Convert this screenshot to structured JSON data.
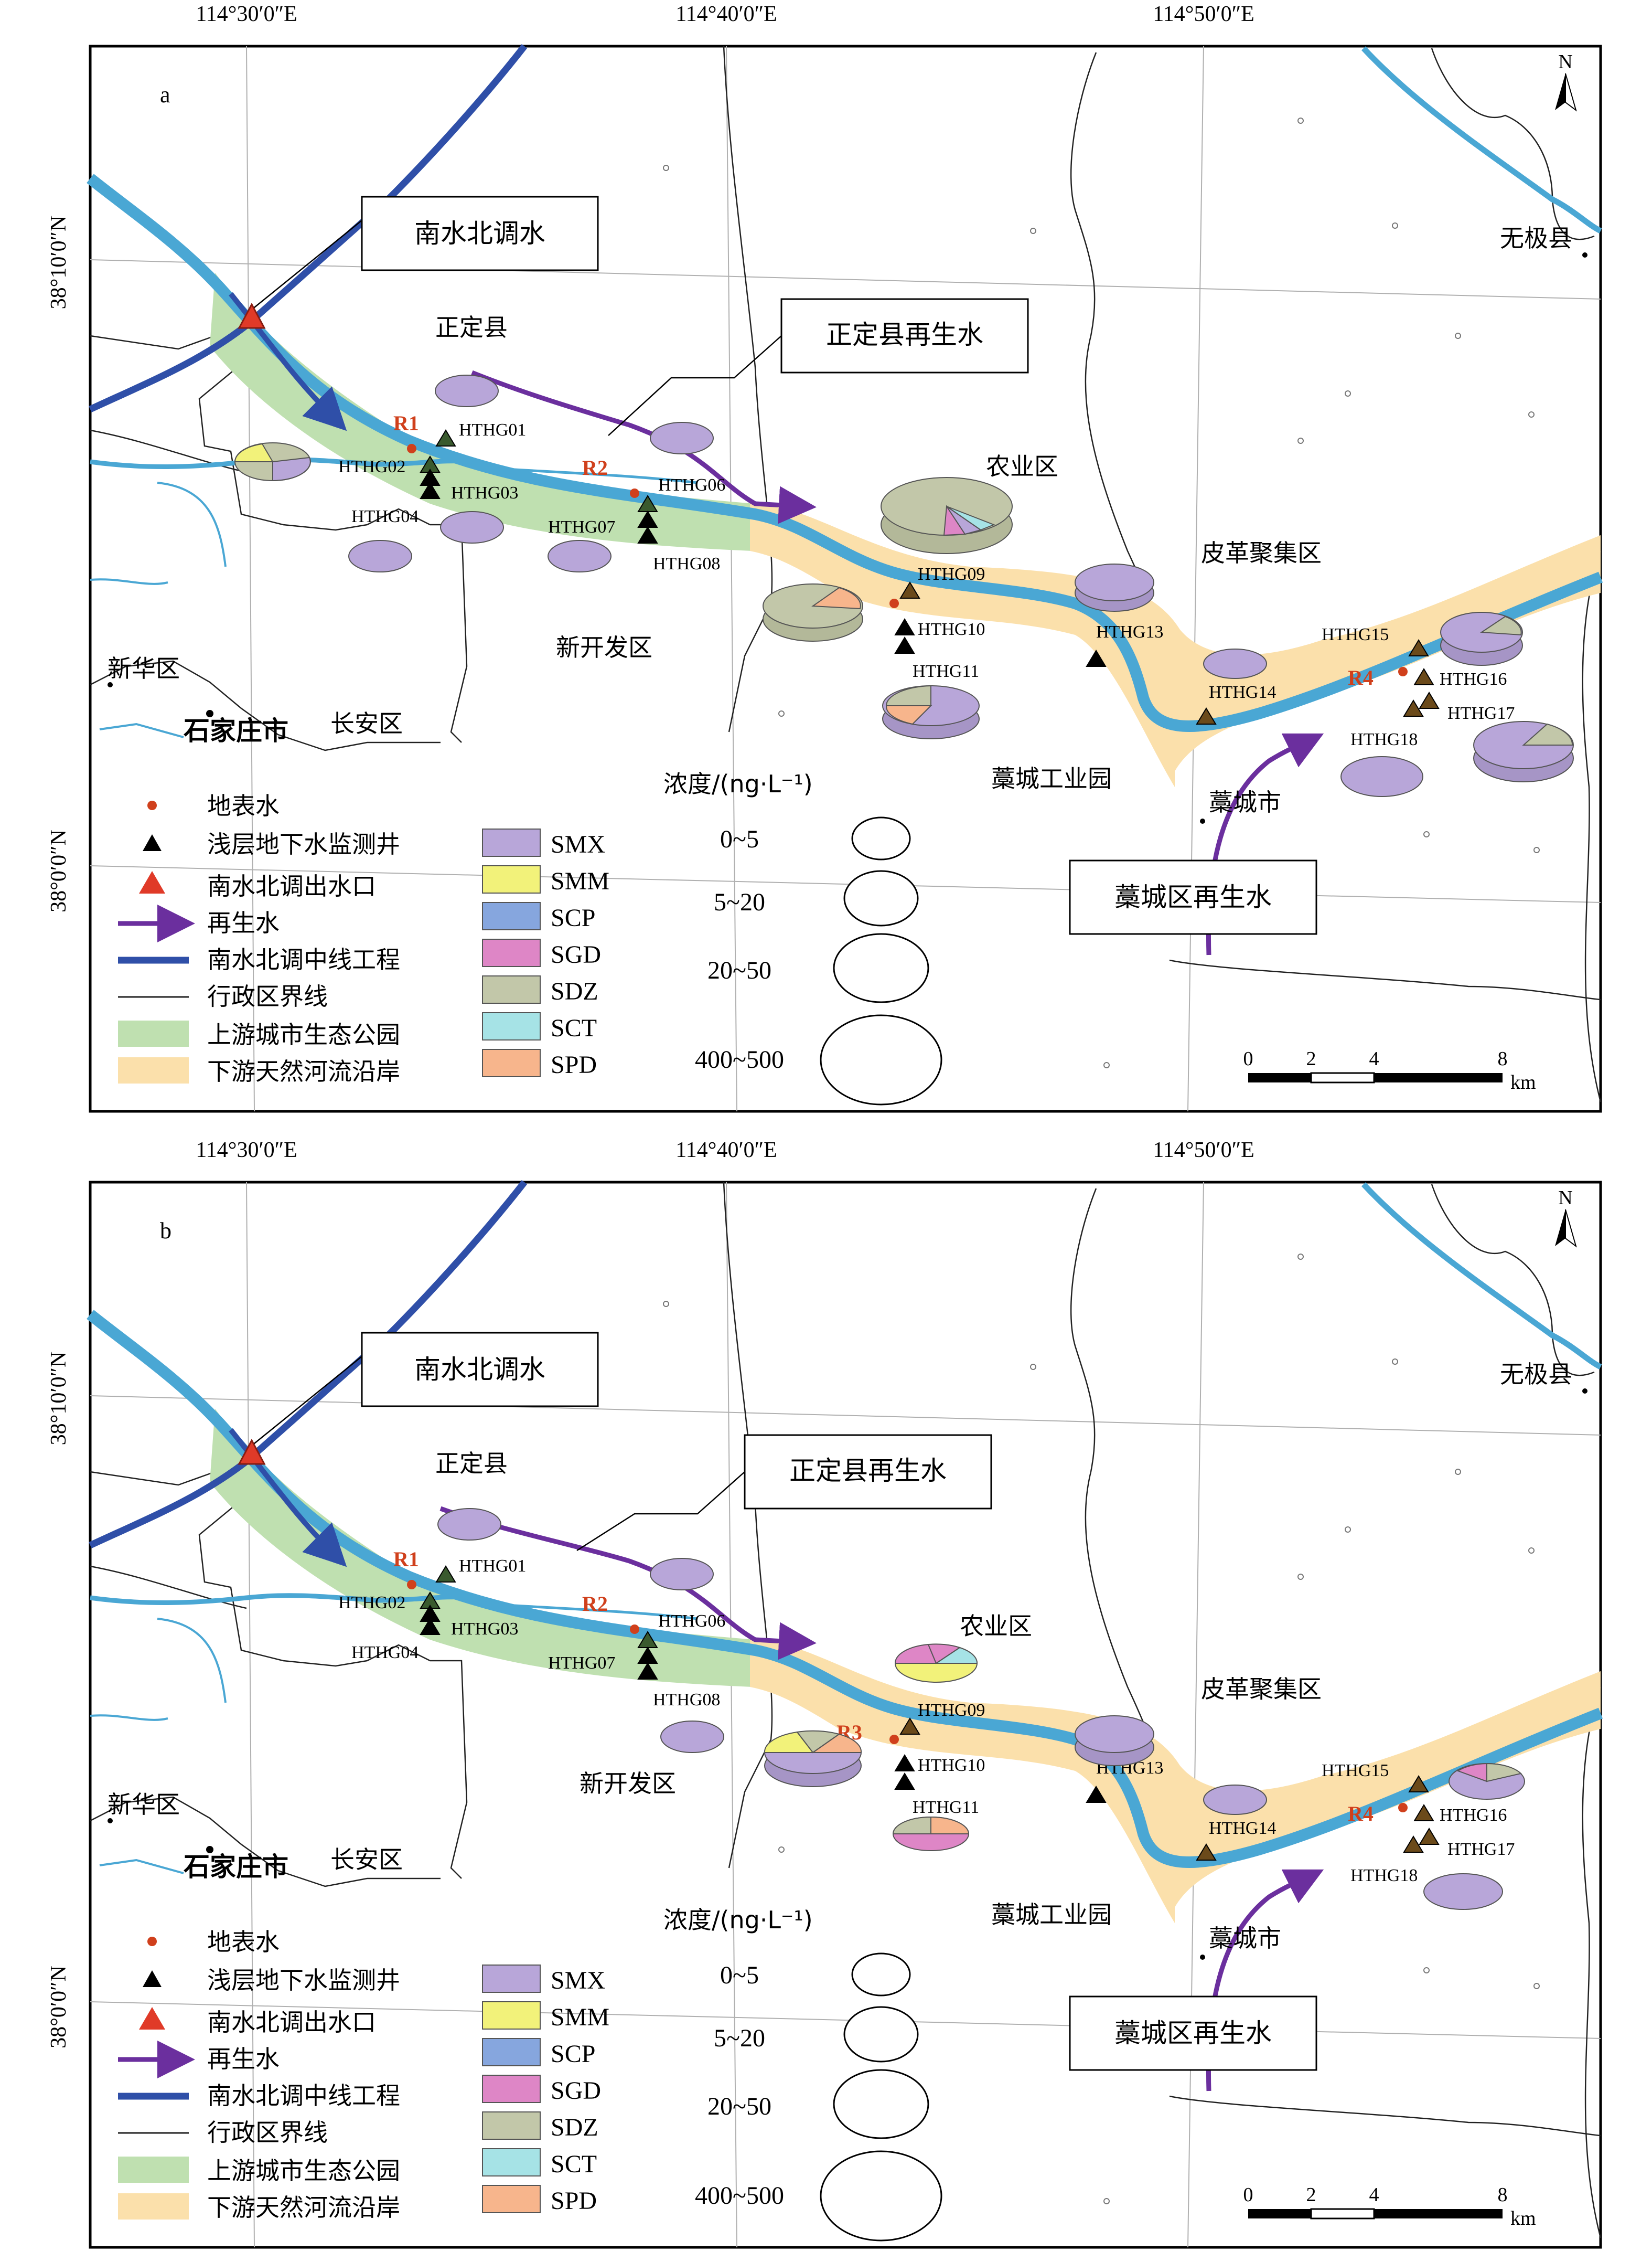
{
  "coords": {
    "lon_labels": [
      "114°30′0″E",
      "114°40′0″E",
      "114°50′0″E"
    ],
    "lat_labels": [
      "38°10′0″N",
      "38°0′0″N"
    ]
  },
  "places": {
    "zhengding": "正定县",
    "nongye": "农业区",
    "pige": "皮革聚集区",
    "wuji": "无极县",
    "xinhua": "新华区",
    "xinkaifa": "新开发区",
    "shijiazhuang": "石家庄市",
    "changan": "长安区",
    "gaocheng_park": "藁城工业园",
    "gaocheng_city": "藁城市"
  },
  "callouts": {
    "nsbd": "南水北调水",
    "zd_reclaimed": "正定县再生水",
    "gc_reclaimed": "藁城区再生水"
  },
  "sites": {
    "r1": "R1",
    "r2": "R2",
    "r3": "R3",
    "r4": "R4",
    "w01": "HTHG01",
    "w02": "HTHG02",
    "w03": "HTHG03",
    "w04": "HTHG04",
    "w06": "HTHG06",
    "w07": "HTHG07",
    "w08": "HTHG08",
    "w09": "HTHG09",
    "w10": "HTHG10",
    "w11": "HTHG11",
    "w13": "HTHG13",
    "w14": "HTHG14",
    "w15": "HTHG15",
    "w16": "HTHG16",
    "w17": "HTHG17",
    "w18": "HTHG18"
  },
  "panels": [
    {
      "label": "a"
    },
    {
      "label": "b"
    }
  ],
  "north": "N",
  "legend": {
    "symbols": [
      "地表水",
      "浅层地下水监测井",
      "南水北调出水口",
      "再生水",
      "南水北调中线工程",
      "行政区界线",
      "上游城市生态公园",
      "下游天然河流沿岸"
    ],
    "compounds": [
      {
        "name": "SMX",
        "color": "#b8a6d9"
      },
      {
        "name": "SMM",
        "color": "#f2f27a"
      },
      {
        "name": "SCP",
        "color": "#86a6de"
      },
      {
        "name": "SGD",
        "color": "#de86c6"
      },
      {
        "name": "SDZ",
        "color": "#c2c7a9"
      },
      {
        "name": "SCT",
        "color": "#a6e3e6"
      },
      {
        "name": "SPD",
        "color": "#f7b58c"
      }
    ],
    "conc_title": "浓度/(ng·L⁻¹)",
    "conc_classes": [
      "0~5",
      "5~20",
      "20~50",
      "400~500"
    ]
  },
  "scale_bar": {
    "ticks": [
      "0",
      "2",
      "4",
      "8"
    ],
    "unit": "km"
  },
  "colors": {
    "river": "#4aa7d4",
    "route": "#2f4fa8",
    "reclaimed": "#6b2f9e",
    "green_zone": "#bfe0b0",
    "yellow_zone": "#fbe0ab",
    "surface_pt": "#d0401c",
    "outlet": "#e03a28"
  }
}
